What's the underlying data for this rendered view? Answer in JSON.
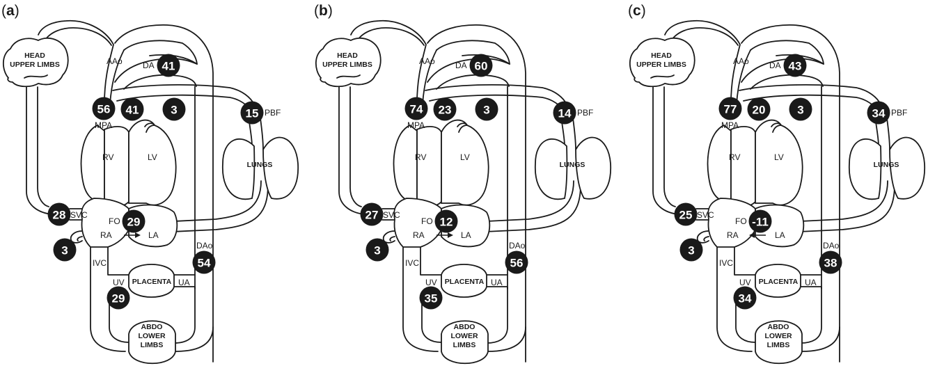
{
  "labels": {
    "head": [
      "HEAD",
      "UPPER LIMBS"
    ],
    "lungs": "LUNGS",
    "placenta": "PLACENTA",
    "abdo": [
      "ABDO",
      "LOWER",
      "LIMBS"
    ],
    "AAo": "AAo",
    "DA": "DA",
    "MPA": "MPA",
    "PBF": "PBF",
    "RV": "RV",
    "LV": "LV",
    "SVC": "SVC",
    "FO": "FO",
    "RA": "RA",
    "LA": "LA",
    "DAo": "DAo",
    "IVC": "IVC",
    "UV": "UV",
    "UA": "UA"
  },
  "panels": [
    {
      "id": "a",
      "label": "a",
      "fo_flow_direction": "right-to-left-atrium",
      "values": {
        "DA": "41",
        "MPA": "56",
        "AAo": "41",
        "coronary": "3",
        "PBF": "15",
        "SVC": "28",
        "FO": "29",
        "CS": "3",
        "DAo": "54",
        "UV": "29"
      }
    },
    {
      "id": "b",
      "label": "b",
      "fo_flow_direction": "right-to-left-atrium",
      "values": {
        "DA": "60",
        "MPA": "74",
        "AAo": "23",
        "coronary": "3",
        "PBF": "14",
        "SVC": "27",
        "FO": "12",
        "CS": "3",
        "DAo": "56",
        "UV": "35"
      }
    },
    {
      "id": "c",
      "label": "c",
      "fo_flow_direction": "left-to-right-atrium",
      "values": {
        "DA": "43",
        "MPA": "77",
        "AAo": "20",
        "coronary": "3",
        "PBF": "34",
        "SVC": "25",
        "FO": "-11",
        "CS": "3",
        "DAo": "38",
        "UV": "34"
      }
    }
  ]
}
